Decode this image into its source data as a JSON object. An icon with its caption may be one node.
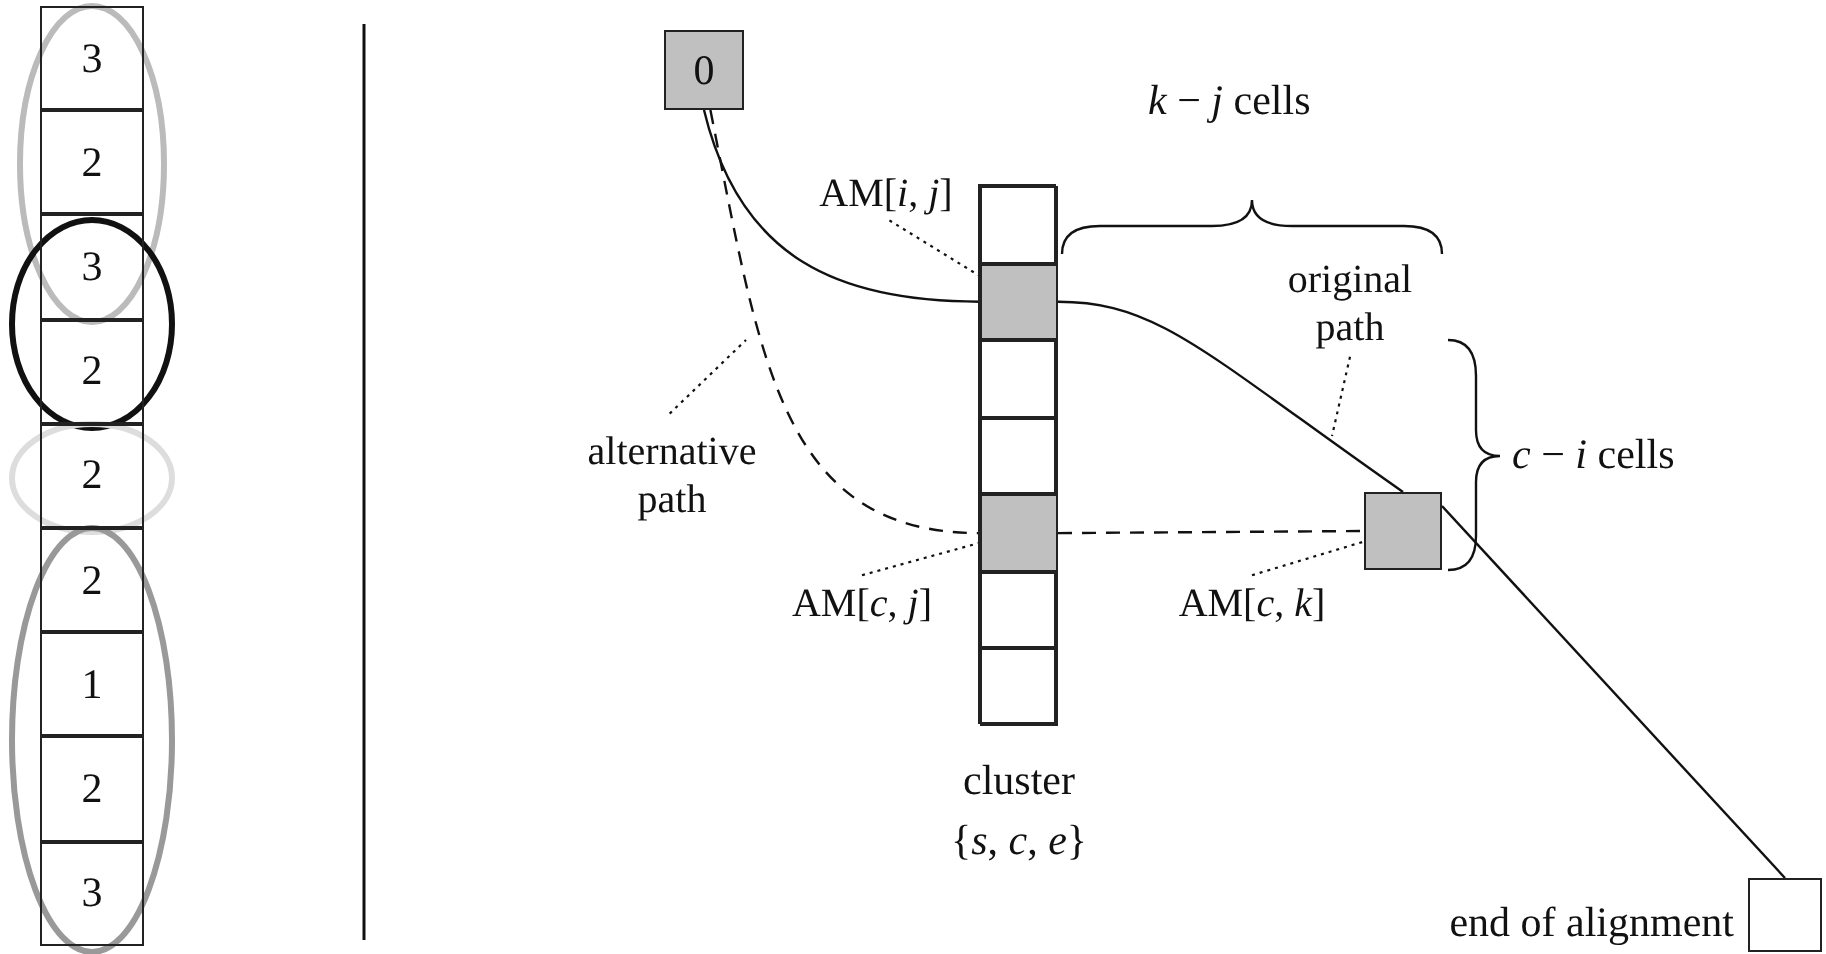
{
  "diagram": {
    "nodes": [
      {
        "text": [
          "3"
        ]
      },
      {
        "text": [
          "2"
        ]
      },
      {
        "text": [
          "3"
        ]
      },
      {
        "text": [
          "2"
        ]
      },
      {
        "text": [
          "2"
        ]
      },
      {
        "text": [
          "2"
        ]
      },
      {
        "text": [
          "1"
        ]
      },
      {
        "text": [
          "2"
        ]
      },
      {
        "text": [
          "3"
        ]
      },
      {
        "text": [
          "0"
        ]
      },
      {
        "text": [],
        "shape": "box",
        "beside": [
          "cluster {*s*, *c*, *e*}"
        ]
      },
      {
        "text": [],
        "shape": "box",
        "in": 10
      },
      {
        "text": [],
        "shape": "box",
        "in": 10
      },
      {
        "text": [],
        "shape": "box",
        "in": 10
      },
      {
        "text": [],
        "shape": "box",
        "in": 10
      },
      {
        "text": [],
        "shape": "box",
        "in": 10
      },
      {
        "text": [],
        "shape": "box",
        "in": 10
      },
      {
        "text": [],
        "shape": "box",
        "in": 10
      },
      {
        "text": [],
        "shape": "box"
      },
      {
        "text": [],
        "shape": "box",
        "beside": [
          "end of alignment"
        ]
      },
      {
        "text": [
          "AM[*i*, *j*]"
        ]
      },
      {
        "text": [
          "alternative path"
        ]
      },
      {
        "text": [
          "AM[*c*, *j*]"
        ]
      },
      {
        "text": [
          "original path"
        ]
      },
      {
        "text": [
          "AM[*c*, *k*]"
        ]
      }
    ],
    "edges": [
      {
        "from": 9,
        "to": 12,
        "arrow": "none"
      },
      {
        "from": 12,
        "to": 18,
        "arrow": "none"
      },
      {
        "from": 18,
        "to": 19,
        "arrow": "none"
      },
      {
        "from": 9,
        "to": 15,
        "arrow": "none",
        "style": "dashed"
      },
      {
        "from": 15,
        "to": 18,
        "arrow": "none",
        "style": "dashed"
      },
      {
        "from": 20,
        "to": 12,
        "arrow": "none",
        "style": "dashed"
      },
      {
        "from": 21,
        "to": null,
        "arrow": "none",
        "style": "dashed"
      },
      {
        "from": 22,
        "to": 15,
        "arrow": "none",
        "style": "dashed"
      },
      {
        "from": 23,
        "to": null,
        "arrow": "none",
        "style": "dashed"
      },
      {
        "from": 24,
        "to": 18,
        "arrow": "none",
        "style": "dashed"
      }
    ],
    "labels": [
      "*k* − *j* cells",
      "*c* − *i* cells"
    ]
  }
}
